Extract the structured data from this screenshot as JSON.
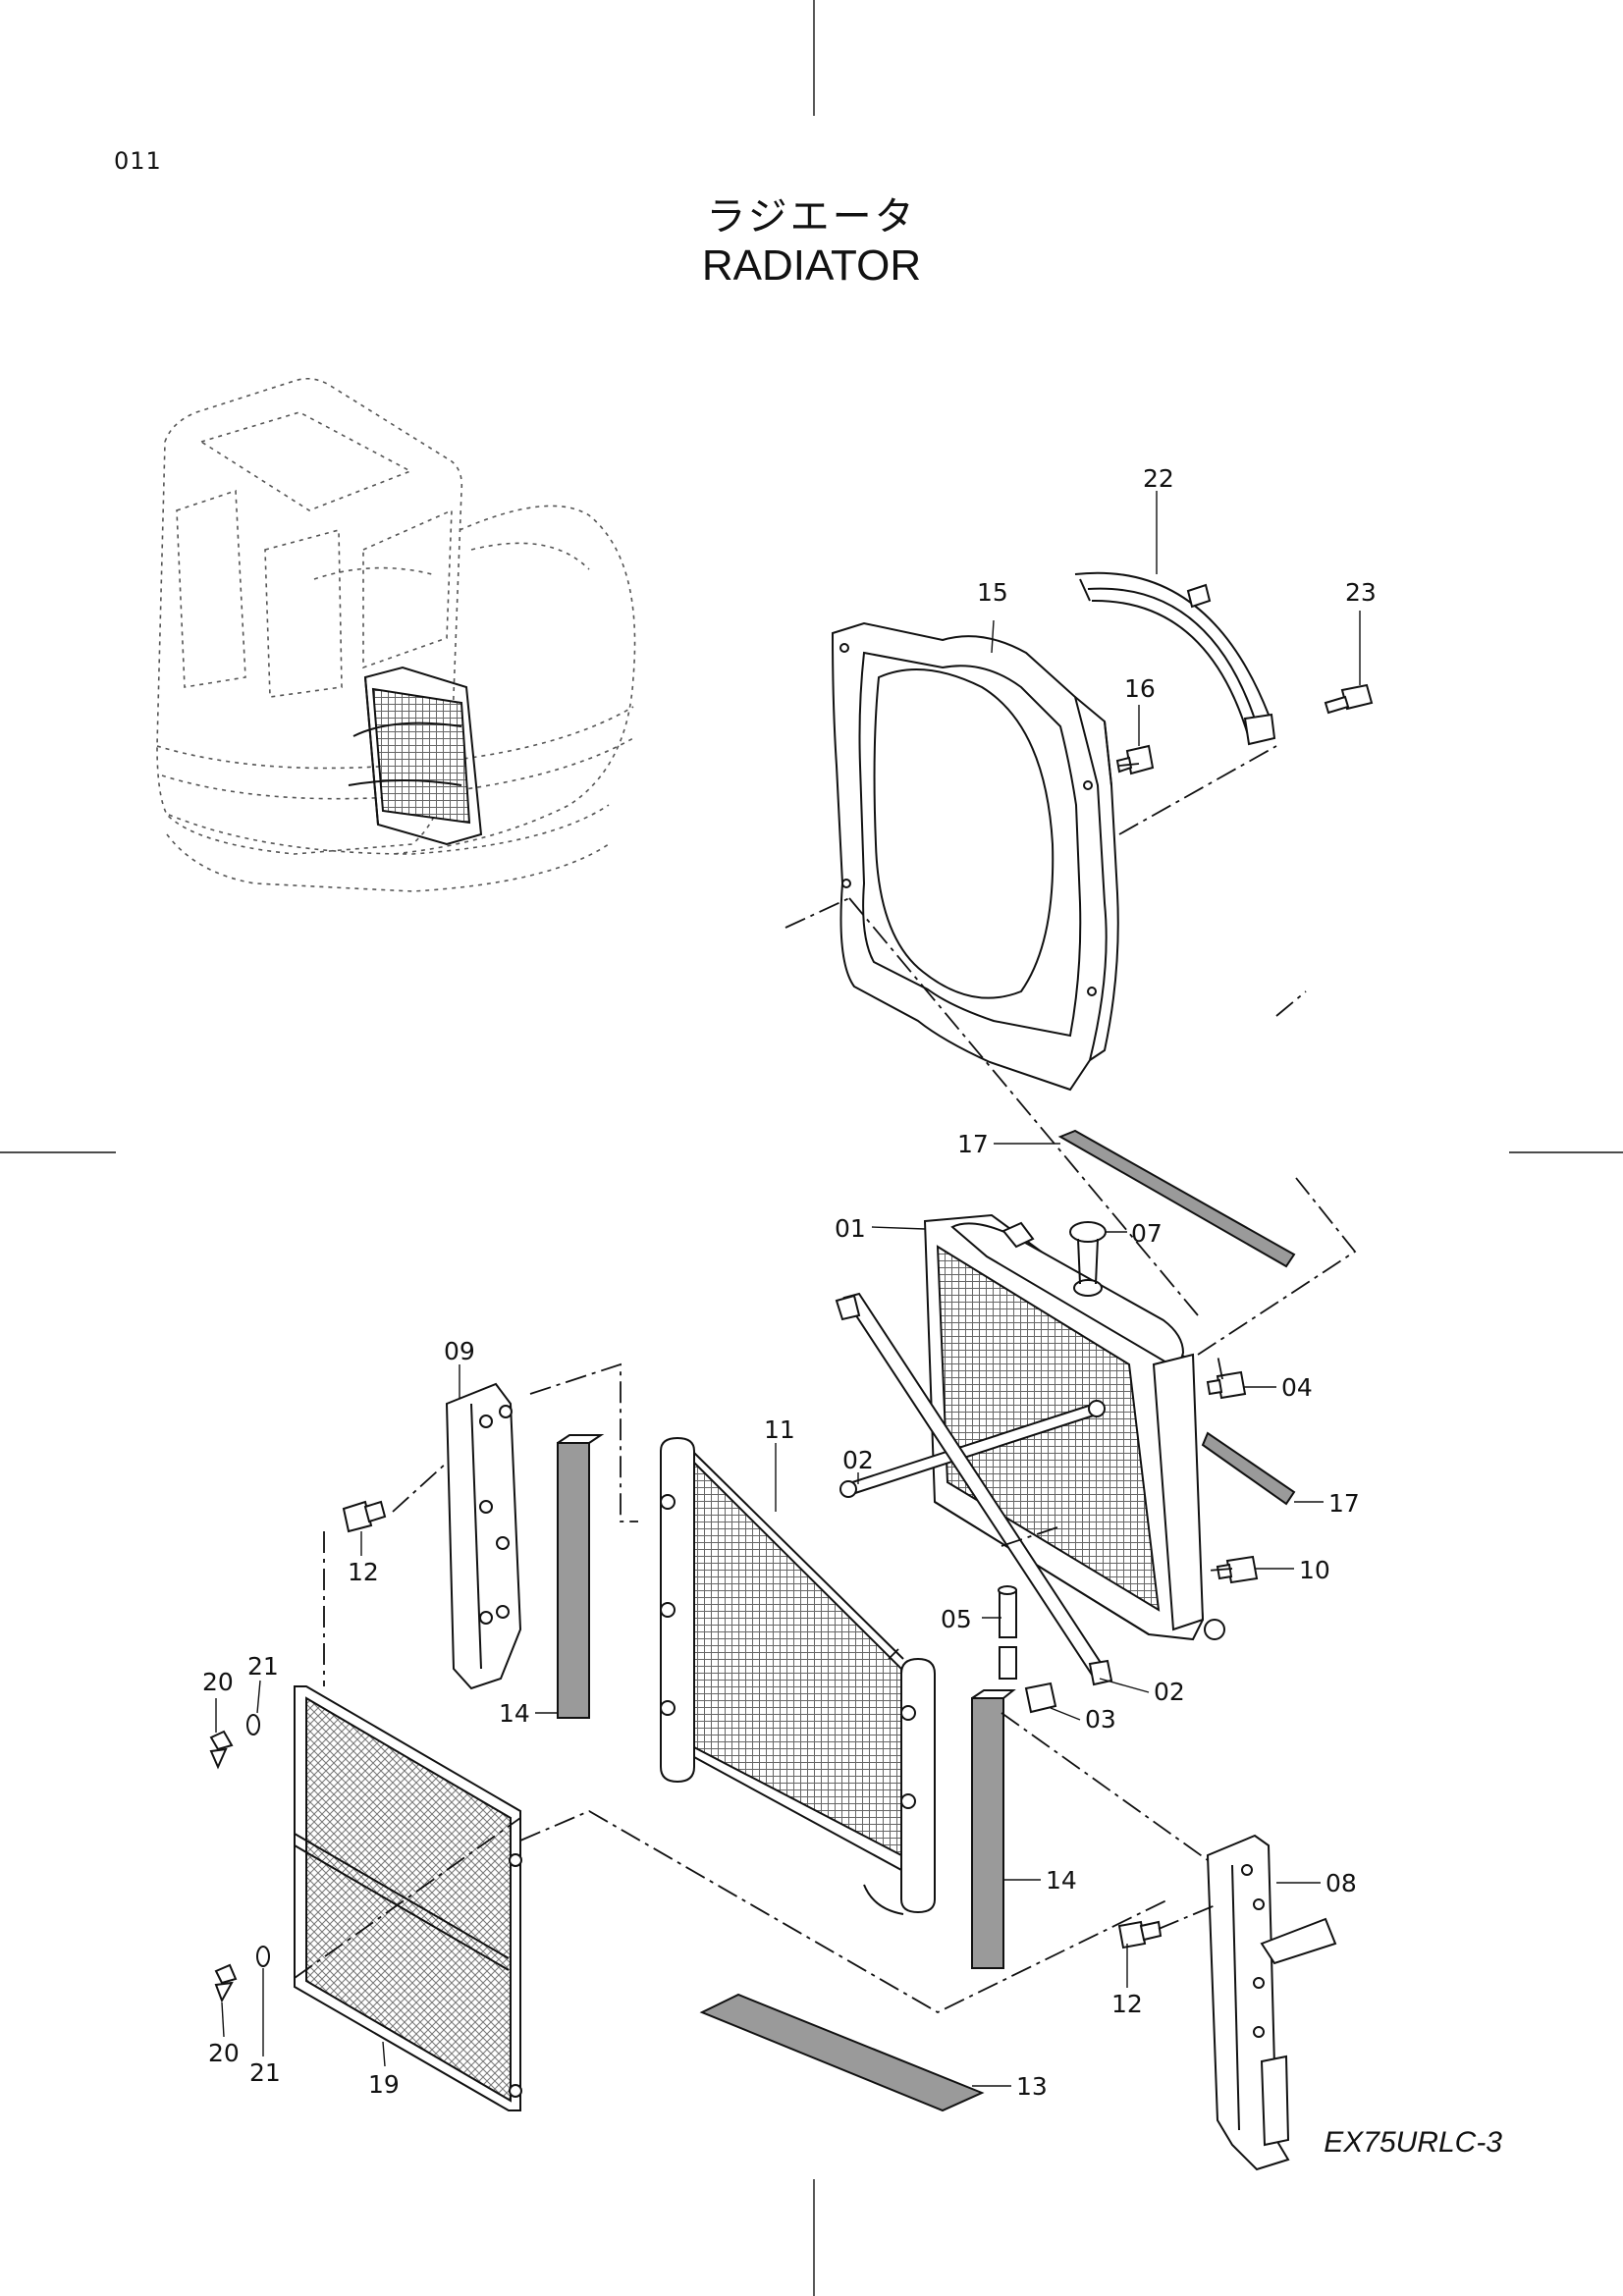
{
  "page_number": "011",
  "title_japanese": "ラジエータ",
  "title_english": "RADIATOR",
  "model_code": "EX75URLC-3",
  "callouts": {
    "c01": "01",
    "c02a": "02",
    "c02b": "02",
    "c03": "03",
    "c04": "04",
    "c05": "05",
    "c07": "07",
    "c08": "08",
    "c09": "09",
    "c10": "10",
    "c11": "11",
    "c12a": "12",
    "c12b": "12",
    "c13": "13",
    "c14a": "14",
    "c14b": "14",
    "c15": "15",
    "c16": "16",
    "c17a": "17",
    "c17b": "17",
    "c19": "19",
    "c20a": "20",
    "c20b": "20",
    "c21a": "21",
    "c21b": "21",
    "c22": "22",
    "c23": "23"
  }
}
